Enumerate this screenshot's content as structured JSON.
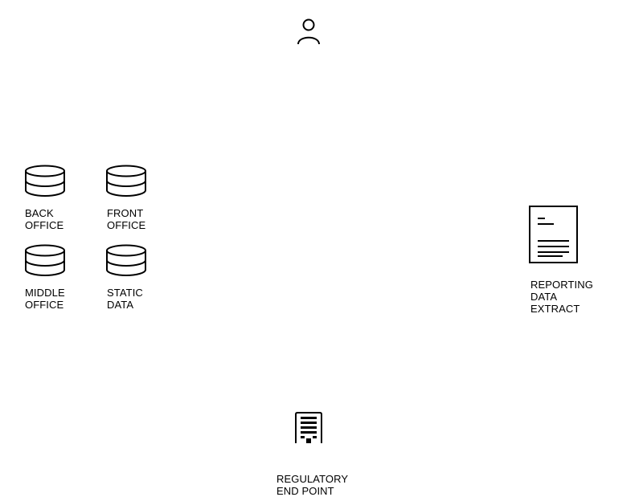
{
  "diagram": {
    "nodes": {
      "user": {
        "icon": "person-icon",
        "lines": []
      },
      "back_office": {
        "icon": "database-icon",
        "lines": [
          "BACK",
          "OFFICE"
        ]
      },
      "front_office": {
        "icon": "database-icon",
        "lines": [
          "FRONT",
          "OFFICE"
        ]
      },
      "middle_office": {
        "icon": "database-icon",
        "lines": [
          "MIDDLE",
          "OFFICE"
        ]
      },
      "static_data": {
        "icon": "database-icon",
        "lines": [
          "STATIC",
          "DATA"
        ]
      },
      "reporting_data_extract": {
        "icon": "document-icon",
        "lines": [
          "REPORTING",
          "DATA",
          "EXTRACT"
        ]
      },
      "regulatory_end_point": {
        "icon": "server-icon",
        "lines": [
          "REGULATORY",
          "END POINT"
        ]
      }
    },
    "colors": {
      "stroke": "#000000",
      "background": "#ffffff"
    }
  }
}
